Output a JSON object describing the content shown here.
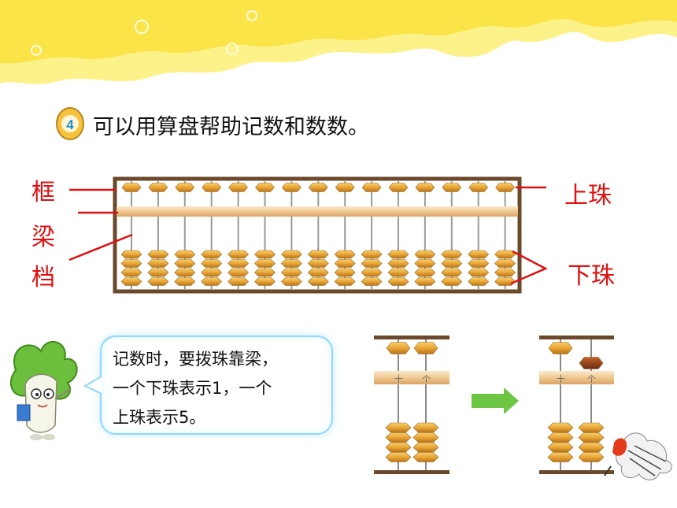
{
  "question": {
    "number": "4",
    "text": "可以用算盘帮助记数和数数。"
  },
  "abacus_labels": {
    "frame": "框",
    "beam": "梁",
    "rod": "档",
    "upper_bead": "上珠",
    "lower_bead": "下珠"
  },
  "abacus": {
    "rods": 15
  },
  "speech": {
    "line1": "记数时，要拨珠靠梁，",
    "line2": "一个下珠表示1，一个",
    "line3": "上珠表示5。"
  },
  "small_abacus": {
    "tens_label": "十",
    "ones_label": "个"
  },
  "colors": {
    "bead": "#e8a534",
    "frame": "#6b4a2c",
    "beam": "#f3d2a3",
    "label_red": "#e01010",
    "active_bead": "#8b3a16",
    "arrow": "#6cc644"
  }
}
